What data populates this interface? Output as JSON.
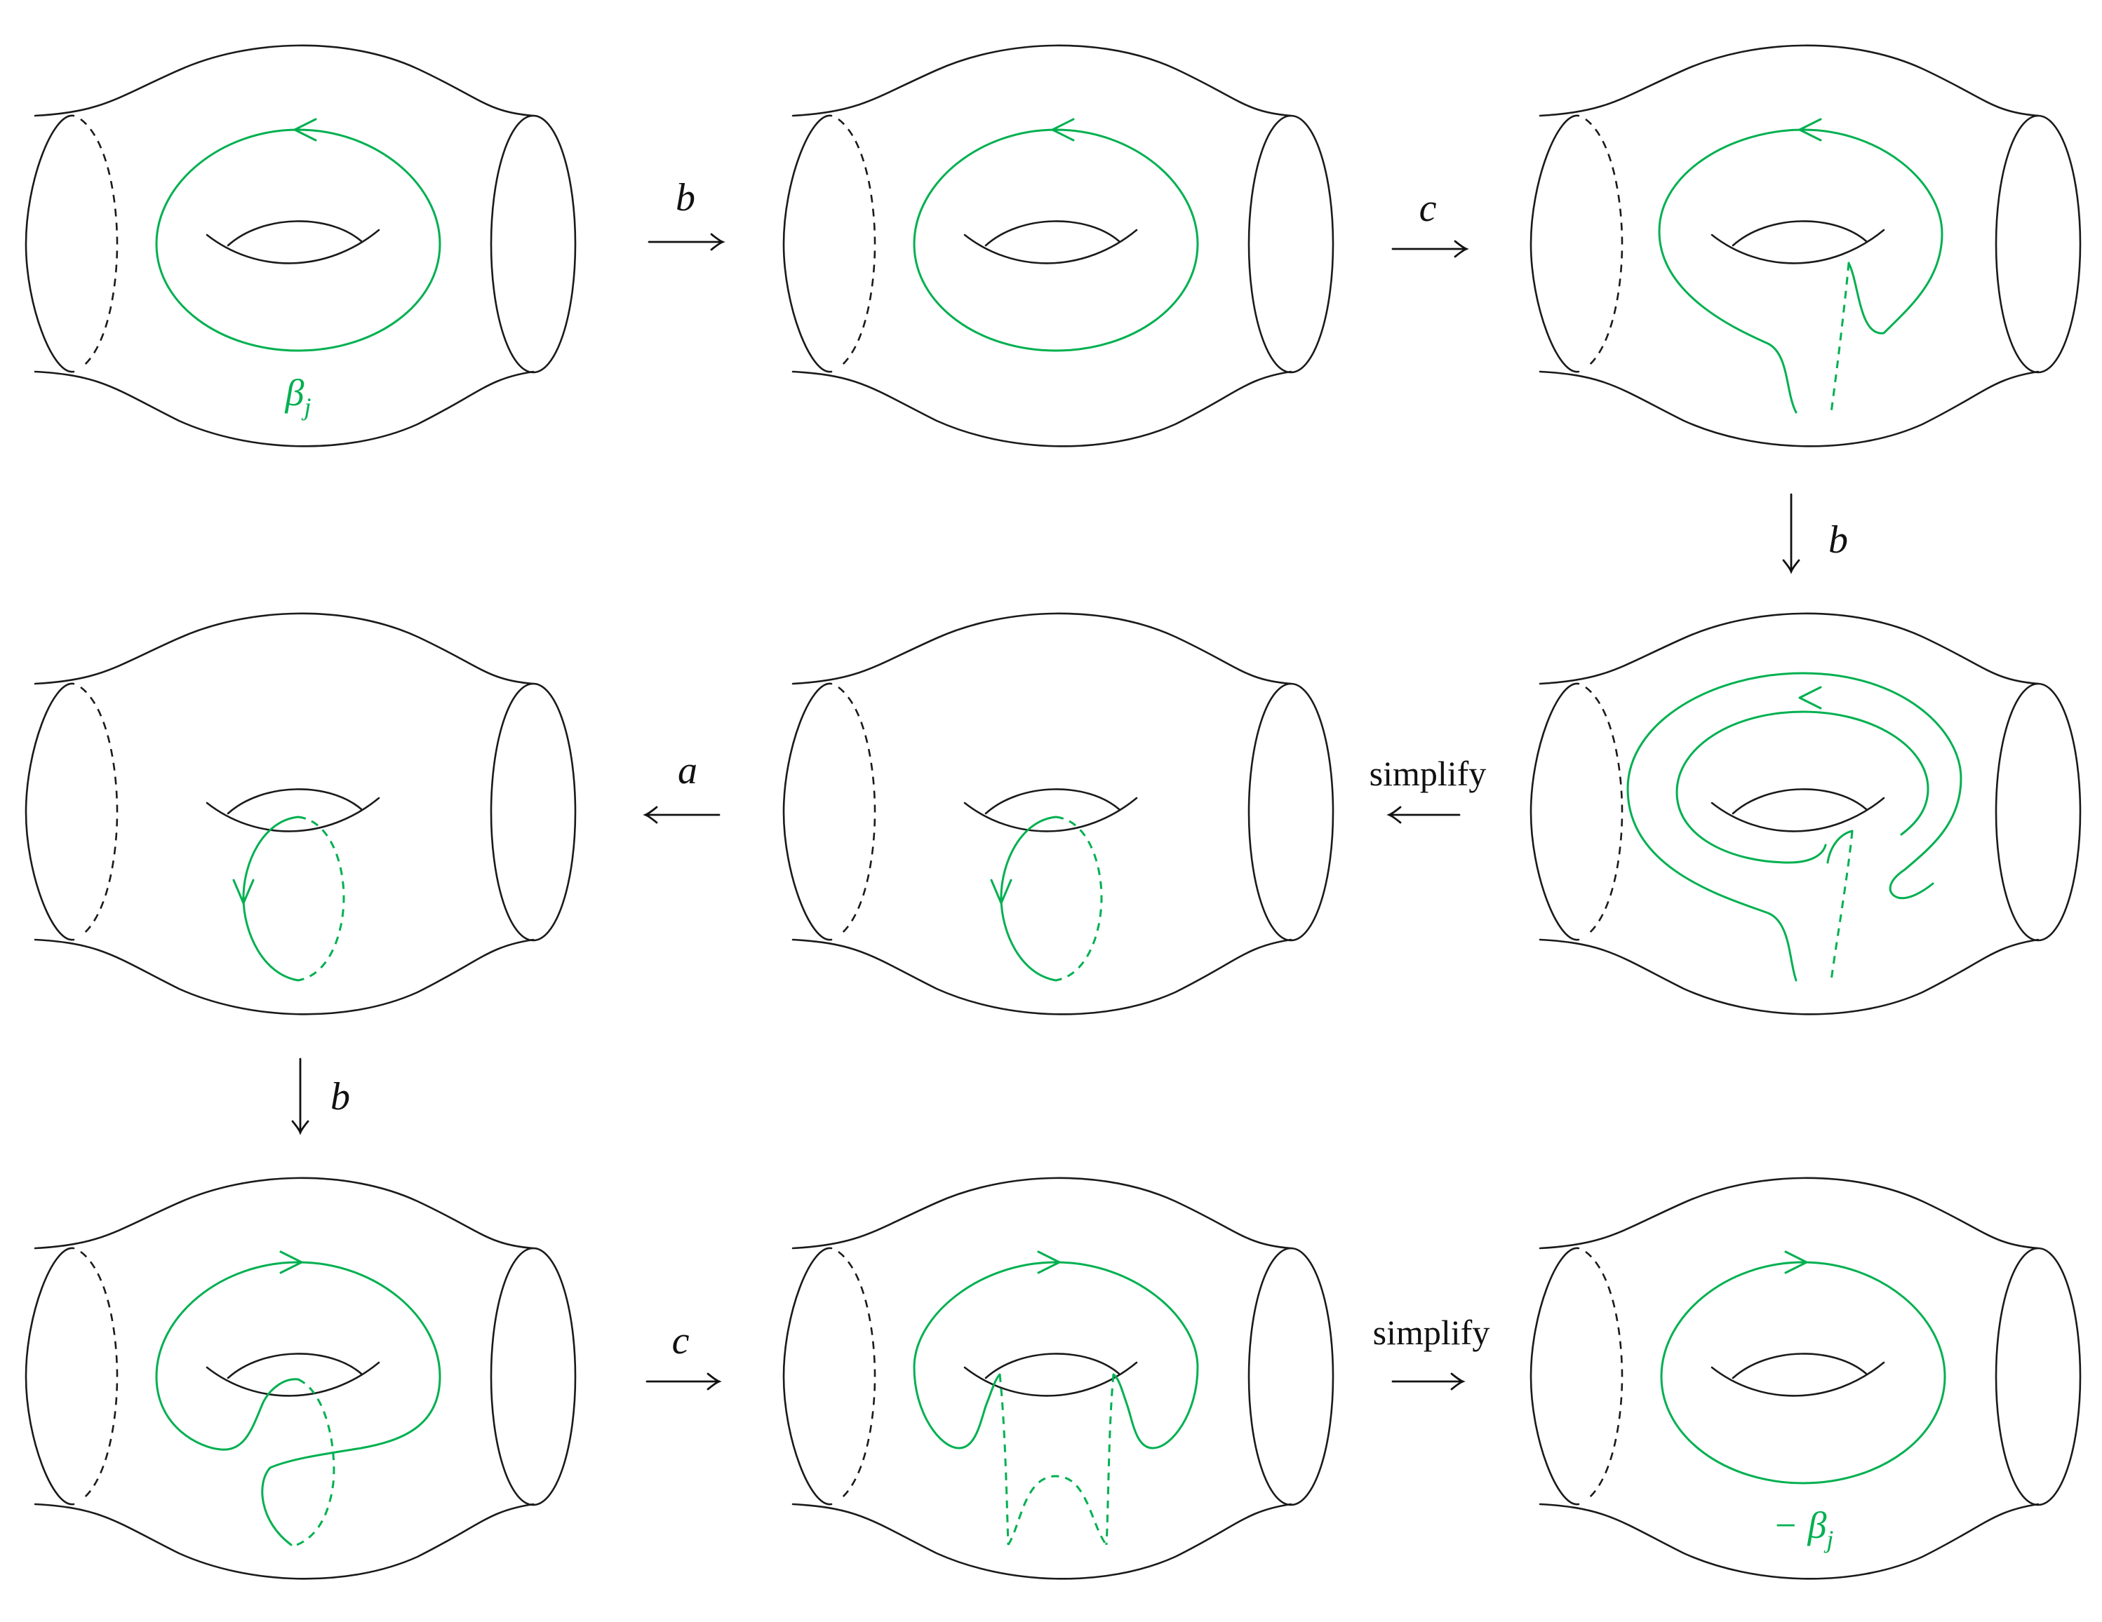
{
  "colors": {
    "curve": "#00b050",
    "surface": "#1a1a1a",
    "arrow": "#111111"
  },
  "panels": [
    {
      "row": 0,
      "col": 0,
      "state": "beta",
      "arrow": "left",
      "label": {
        "symbol": "β",
        "sub": "j"
      }
    },
    {
      "row": 0,
      "col": 1,
      "state": "beta",
      "arrow": "left"
    },
    {
      "row": 0,
      "col": 2,
      "state": "after_c",
      "arrow": "left"
    },
    {
      "row": 1,
      "col": 0,
      "state": "meridian"
    },
    {
      "row": 1,
      "col": 1,
      "state": "meridian"
    },
    {
      "row": 1,
      "col": 2,
      "state": "spiral",
      "arrow": "left"
    },
    {
      "row": 2,
      "col": 0,
      "state": "after_b2",
      "arrow": "right"
    },
    {
      "row": 2,
      "col": 1,
      "state": "after_c2",
      "arrow": "right"
    },
    {
      "row": 2,
      "col": 2,
      "state": "beta",
      "arrow": "right",
      "label": {
        "symbol": "− β",
        "sub": "j"
      }
    }
  ],
  "arrows": [
    {
      "from": 0,
      "to": 1,
      "dir": "right",
      "label": "b",
      "italic": true
    },
    {
      "from": 1,
      "to": 2,
      "dir": "right",
      "label": "c",
      "italic": true
    },
    {
      "from": 2,
      "to": 5,
      "dir": "down",
      "label": "b",
      "italic": true
    },
    {
      "from": 5,
      "to": 4,
      "dir": "left",
      "label": "simplify",
      "italic": false
    },
    {
      "from": 4,
      "to": 3,
      "dir": "left",
      "label": "a",
      "italic": true
    },
    {
      "from": 3,
      "to": 6,
      "dir": "down",
      "label": "b",
      "italic": true
    },
    {
      "from": 6,
      "to": 7,
      "dir": "right",
      "label": "c",
      "italic": true
    },
    {
      "from": 7,
      "to": 8,
      "dir": "right",
      "label": "simplify",
      "italic": false
    }
  ]
}
